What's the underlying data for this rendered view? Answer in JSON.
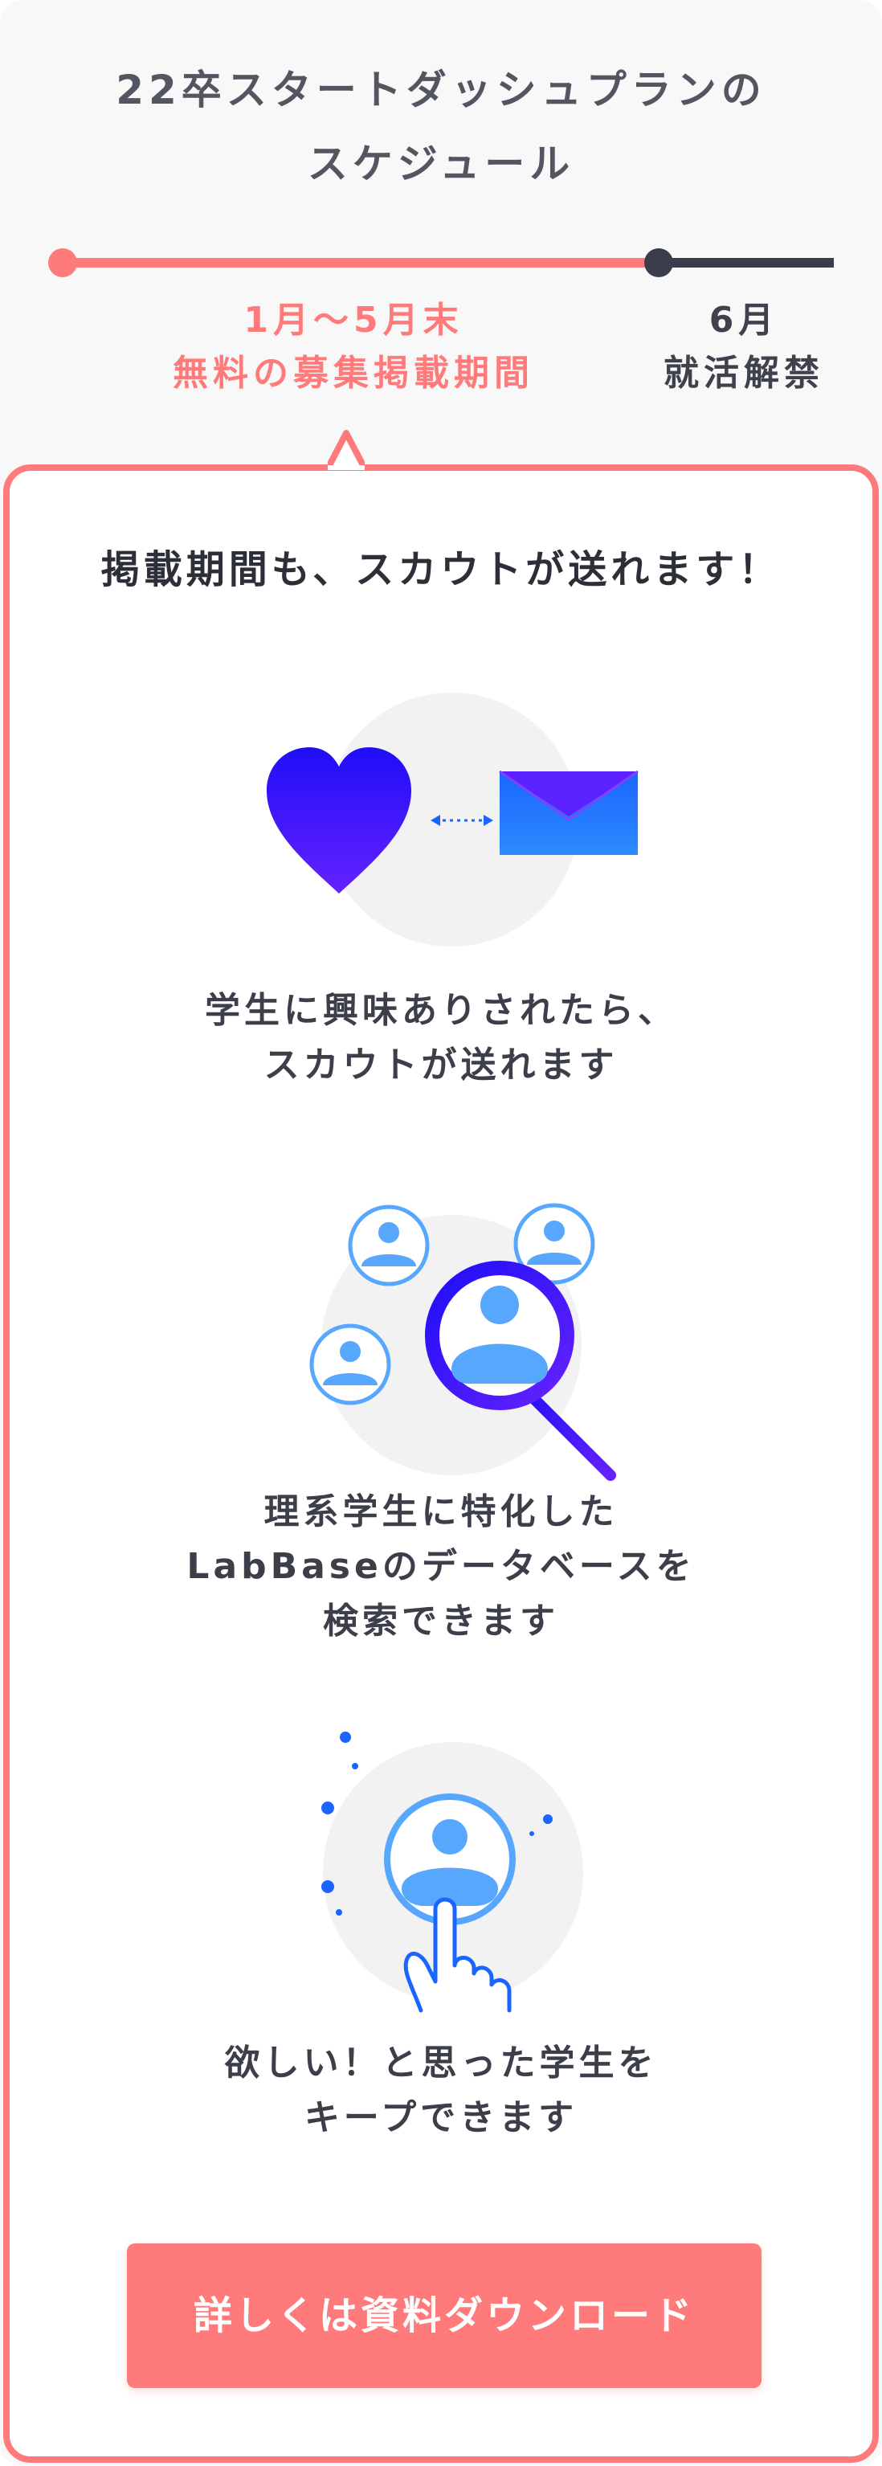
{
  "header": {
    "title_line1": "22卒スタートダッシュプランの",
    "title_line2": "スケジュール"
  },
  "timeline": {
    "free_period_line1": "1月〜5月末",
    "free_period_line2": "無料の募集掲載期間",
    "june_line1": "6月",
    "june_line2": "就活解禁"
  },
  "card": {
    "heading": "掲載期間も、スカウトが送れます！",
    "features": [
      {
        "icon": "heart-mail-icon",
        "line1": "学生に興味ありされたら、",
        "line2": "スカウトが送れます"
      },
      {
        "icon": "search-users-icon",
        "line1": "理系学生に特化した",
        "line2": "LabBaseのデータベースを",
        "line3": "検索できます"
      },
      {
        "icon": "keep-user-icon",
        "line1": "欲しい！と思った学生を",
        "line2": "キープできます"
      }
    ],
    "cta_label": "詳しくは資料ダウンロード"
  },
  "colors": {
    "accent": "#ff7b7b",
    "dark": "#393c4a",
    "icon_blue": "#1a64ff",
    "icon_purple": "#5b21ff",
    "icon_light_blue": "#58a7ff"
  }
}
